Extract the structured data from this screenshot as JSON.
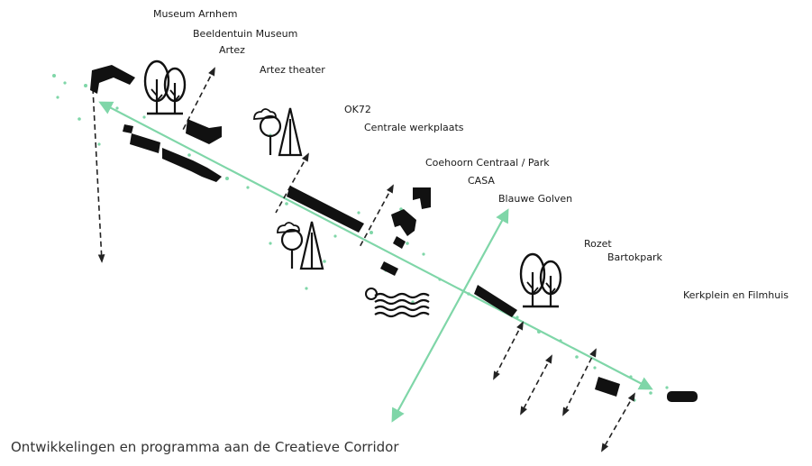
{
  "labels": {
    "museum_arnhem": "Museum Arnhem",
    "beeldentuin": "Beeldentuin Museum",
    "artez": "Artez",
    "artez_theater": "Artez theater",
    "ok72": "OK72",
    "centrale_werkplaats": "Centrale werkplaats",
    "coehoorn": "Coehoorn Centraal / Park",
    "casa": "CASA",
    "blauwe_golven": "Blauwe Golven",
    "rozet": "Rozet",
    "bartokpark": "Bartokpark",
    "kerkplein": "Kerkplein en Filmhuis"
  },
  "caption": "Ontwikkelingen en programma aan de Creatieve Corridor",
  "colors": {
    "accent": "#7fd6a8",
    "ink": "#111111"
  }
}
